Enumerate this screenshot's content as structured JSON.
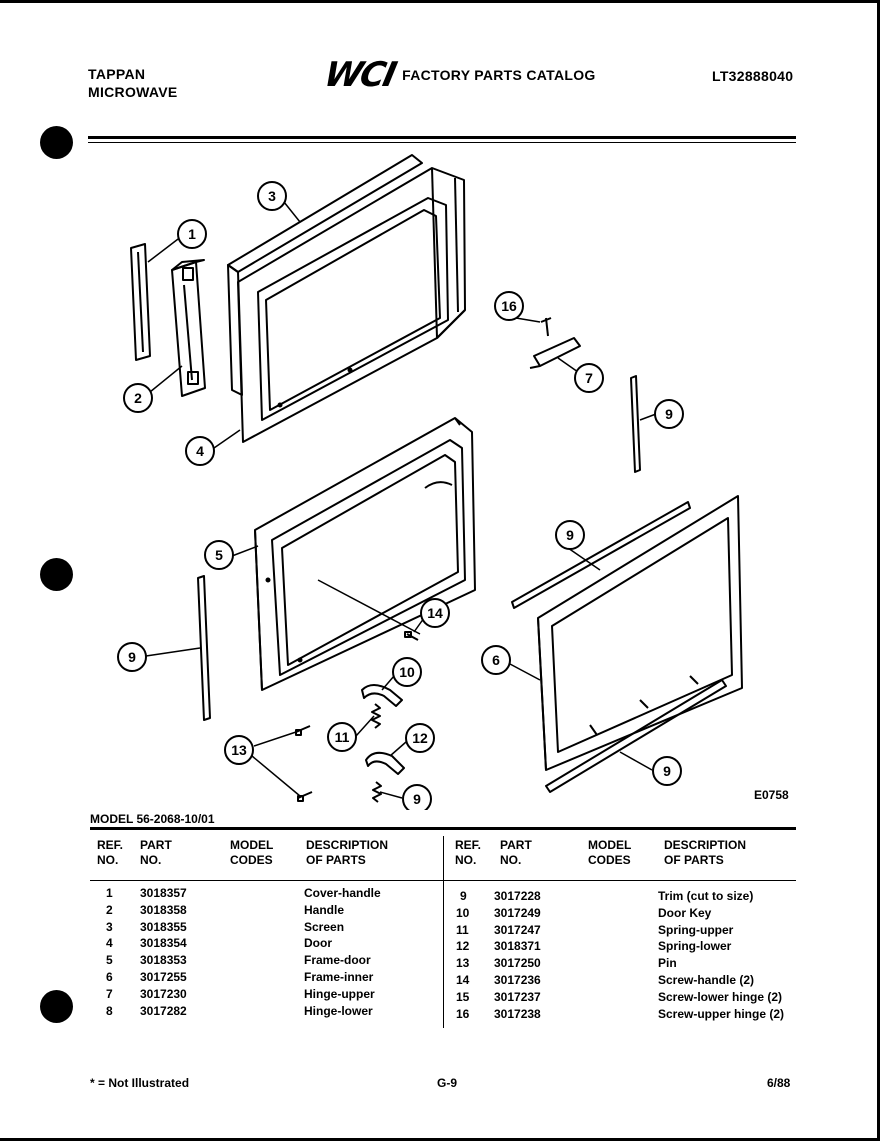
{
  "header": {
    "brand_line1": "TAPPAN",
    "brand_line2": "MICROWAVE",
    "logo": "WCI",
    "catalog_title": "FACTORY PARTS CATALOG",
    "catalog_code": "LT32888040"
  },
  "diagram": {
    "drawing_code": "E0758",
    "callouts": [
      "1",
      "2",
      "3",
      "4",
      "16",
      "7",
      "9",
      "5",
      "9",
      "14",
      "9",
      "6",
      "10",
      "11",
      "12",
      "13",
      "9",
      "9"
    ]
  },
  "model_line": "MODEL 56-2068-10/01",
  "table": {
    "headers": {
      "ref": [
        "REF.",
        "NO."
      ],
      "part": [
        "PART",
        "NO."
      ],
      "codes": [
        "MODEL",
        "CODES"
      ],
      "desc": [
        "DESCRIPTION",
        "OF PARTS"
      ]
    },
    "left_rows": [
      {
        "ref": "1",
        "part": "3018357",
        "desc": "Cover-handle"
      },
      {
        "ref": "2",
        "part": "3018358",
        "desc": "Handle"
      },
      {
        "ref": "3",
        "part": "3018355",
        "desc": "Screen"
      },
      {
        "ref": "4",
        "part": "3018354",
        "desc": "Door"
      },
      {
        "ref": "5",
        "part": "3018353",
        "desc": "Frame-door"
      },
      {
        "ref": "6",
        "part": "3017255",
        "desc": "Frame-inner"
      },
      {
        "ref": "7",
        "part": "3017230",
        "desc": "Hinge-upper"
      },
      {
        "ref": "8",
        "part": "3017282",
        "desc": "Hinge-lower"
      }
    ],
    "right_rows": [
      {
        "ref": "9",
        "part": "3017228",
        "desc": "Trim (cut to size)"
      },
      {
        "ref": "10",
        "part": "3017249",
        "desc": "Door Key"
      },
      {
        "ref": "11",
        "part": "3017247",
        "desc": "Spring-upper"
      },
      {
        "ref": "12",
        "part": "3018371",
        "desc": "Spring-lower"
      },
      {
        "ref": "13",
        "part": "3017250",
        "desc": "Pin"
      },
      {
        "ref": "14",
        "part": "3017236",
        "desc": "Screw-handle (2)"
      },
      {
        "ref": "15",
        "part": "3017237",
        "desc": "Screw-lower hinge (2)"
      },
      {
        "ref": "16",
        "part": "3017238",
        "desc": "Screw-upper hinge (2)"
      }
    ]
  },
  "footer": {
    "note": "* = Not Illustrated",
    "page": "G-9",
    "date": "6/88"
  }
}
